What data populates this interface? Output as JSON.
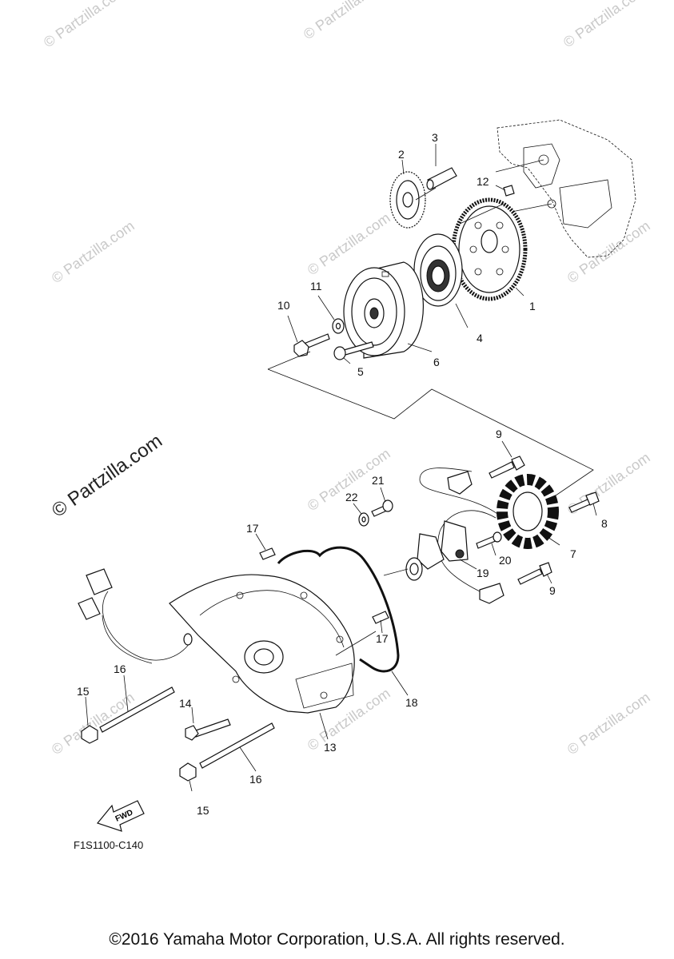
{
  "diagram": {
    "code": "F1S1100-C140",
    "fwd_label": "FWD",
    "watermark_main": "© Partzilla.com",
    "watermark_small": "© Partzilla.com",
    "callouts": [
      "1",
      "2",
      "3",
      "4",
      "5",
      "6",
      "7",
      "8",
      "9",
      "9",
      "10",
      "11",
      "12",
      "13",
      "14",
      "15",
      "15",
      "16",
      "16",
      "17",
      "17",
      "18",
      "19",
      "20",
      "21",
      "22"
    ]
  },
  "footer": {
    "copyright": "©2016 Yamaha Motor Corporation, U.S.A. All rights reserved."
  }
}
